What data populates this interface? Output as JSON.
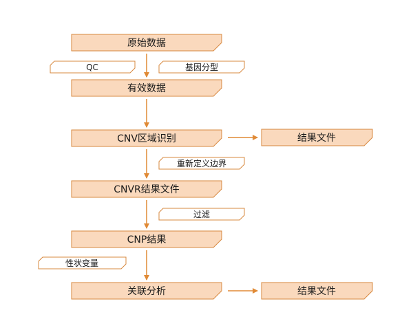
{
  "diagram": {
    "colors": {
      "box_fill": "#fad9bd",
      "box_stroke": "#d7883f",
      "label_fill": "#ffffff",
      "arrow": "#e08a36"
    },
    "main_steps": [
      "原始数据",
      "有效数据",
      "CNV区域识别",
      "CNVR结果文件",
      "CNP结果",
      "关联分析"
    ],
    "side_outputs": [
      "结果文件",
      "结果文件"
    ],
    "step_labels": [
      "QC",
      "基因分型",
      "重新定义边界",
      "过滤",
      "性状变量"
    ]
  }
}
